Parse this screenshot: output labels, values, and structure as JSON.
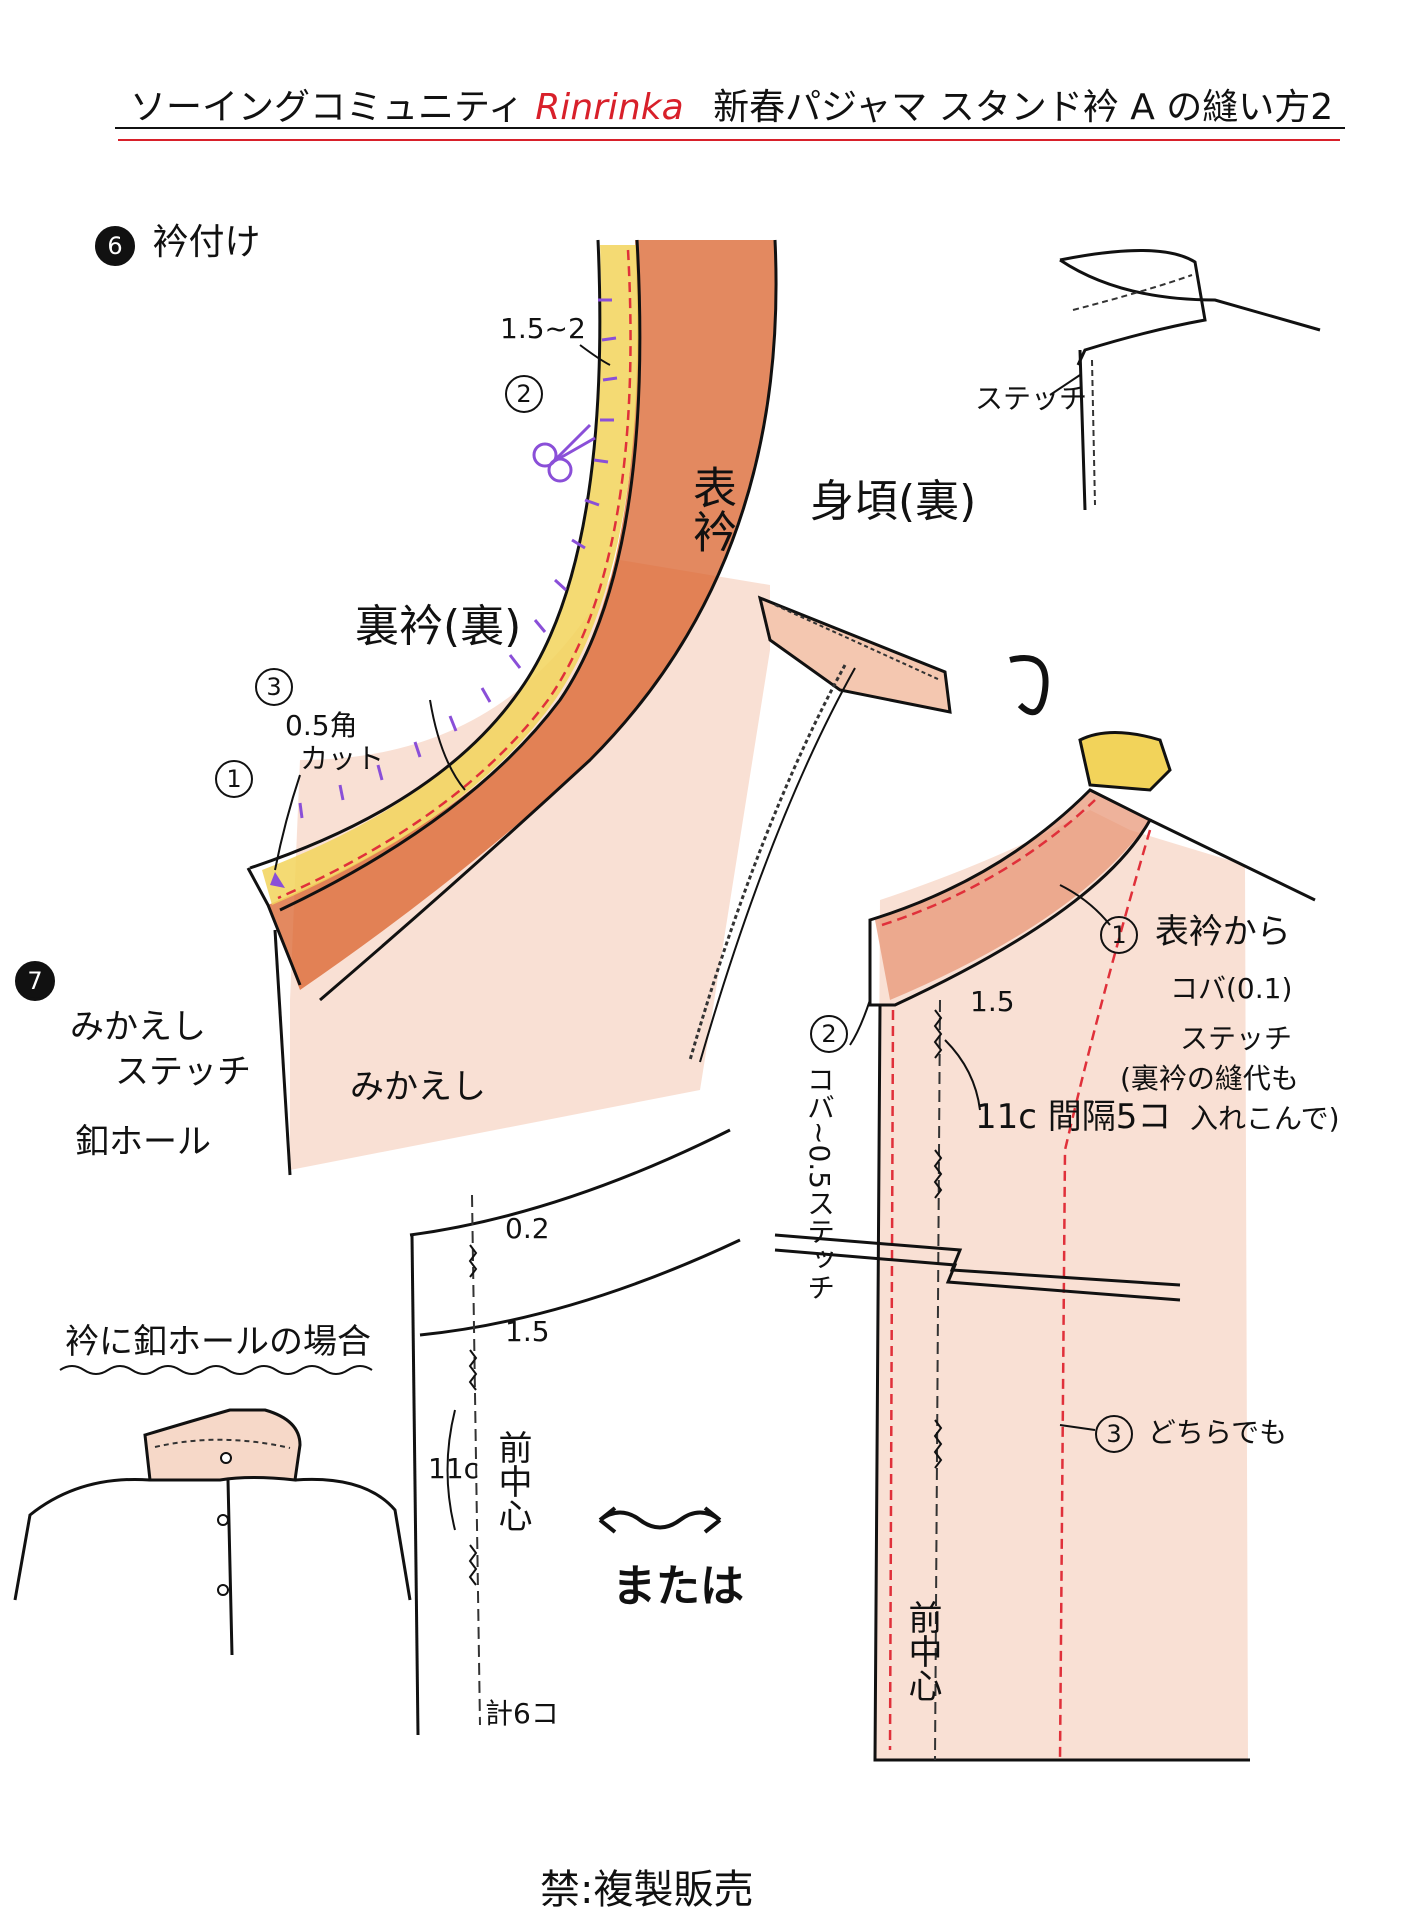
{
  "header": {
    "prefix": "ソーイングコミュニティ",
    "brand": "Rinrinka",
    "suffix": "新春パジャマ スタンド衿 A の縫い方2"
  },
  "colors": {
    "accent_red": "#d8202a",
    "crayon_orange": "#d9622b",
    "crayon_yellow": "#f2d35a",
    "marker_purple": "#8a4fd8",
    "stitch_red": "#e0303a"
  },
  "step6": {
    "number": "6",
    "title": "衿付け",
    "dim_clip": "1.5~2",
    "num2": "2",
    "num3": "3",
    "num1": "1",
    "corner_cut": "0.5角",
    "corner_cut2": "カット",
    "label_ura_eri": "裏衿(裏)",
    "label_omote_eri": "表衿",
    "label_migoro": "身頃(裏)",
    "icon": "scissors-icon"
  },
  "inset": {
    "stitch_label": "ステッチ"
  },
  "step7": {
    "number": "7",
    "line1": "みかえし",
    "line2": "ステッチ",
    "line3": "釦ホール",
    "facing_label": "みかえし"
  },
  "right_detail": {
    "note1_num": "1",
    "note1_a": "表衿から",
    "note1_b": "コバ(0.1)",
    "note1_c": "ステッチ",
    "note1_d": "(裏衿の縫代も",
    "note1_e": "入れこんで)",
    "note2_num": "2",
    "note2_text": "コバ~0.5ステッチ",
    "dim_15": "1.5",
    "interval": "11c 間隔5コ",
    "note3_num": "3",
    "note3_text": "どちらでも",
    "center_front": "前中心"
  },
  "left_detail": {
    "heading": "衿に釦ホールの場合",
    "dim_02": "0.2",
    "dim_15": "1.5",
    "interval": "11c",
    "center_front": "前中心",
    "total": "計6コ"
  },
  "or_label": "または",
  "footer": "禁:複製販売"
}
